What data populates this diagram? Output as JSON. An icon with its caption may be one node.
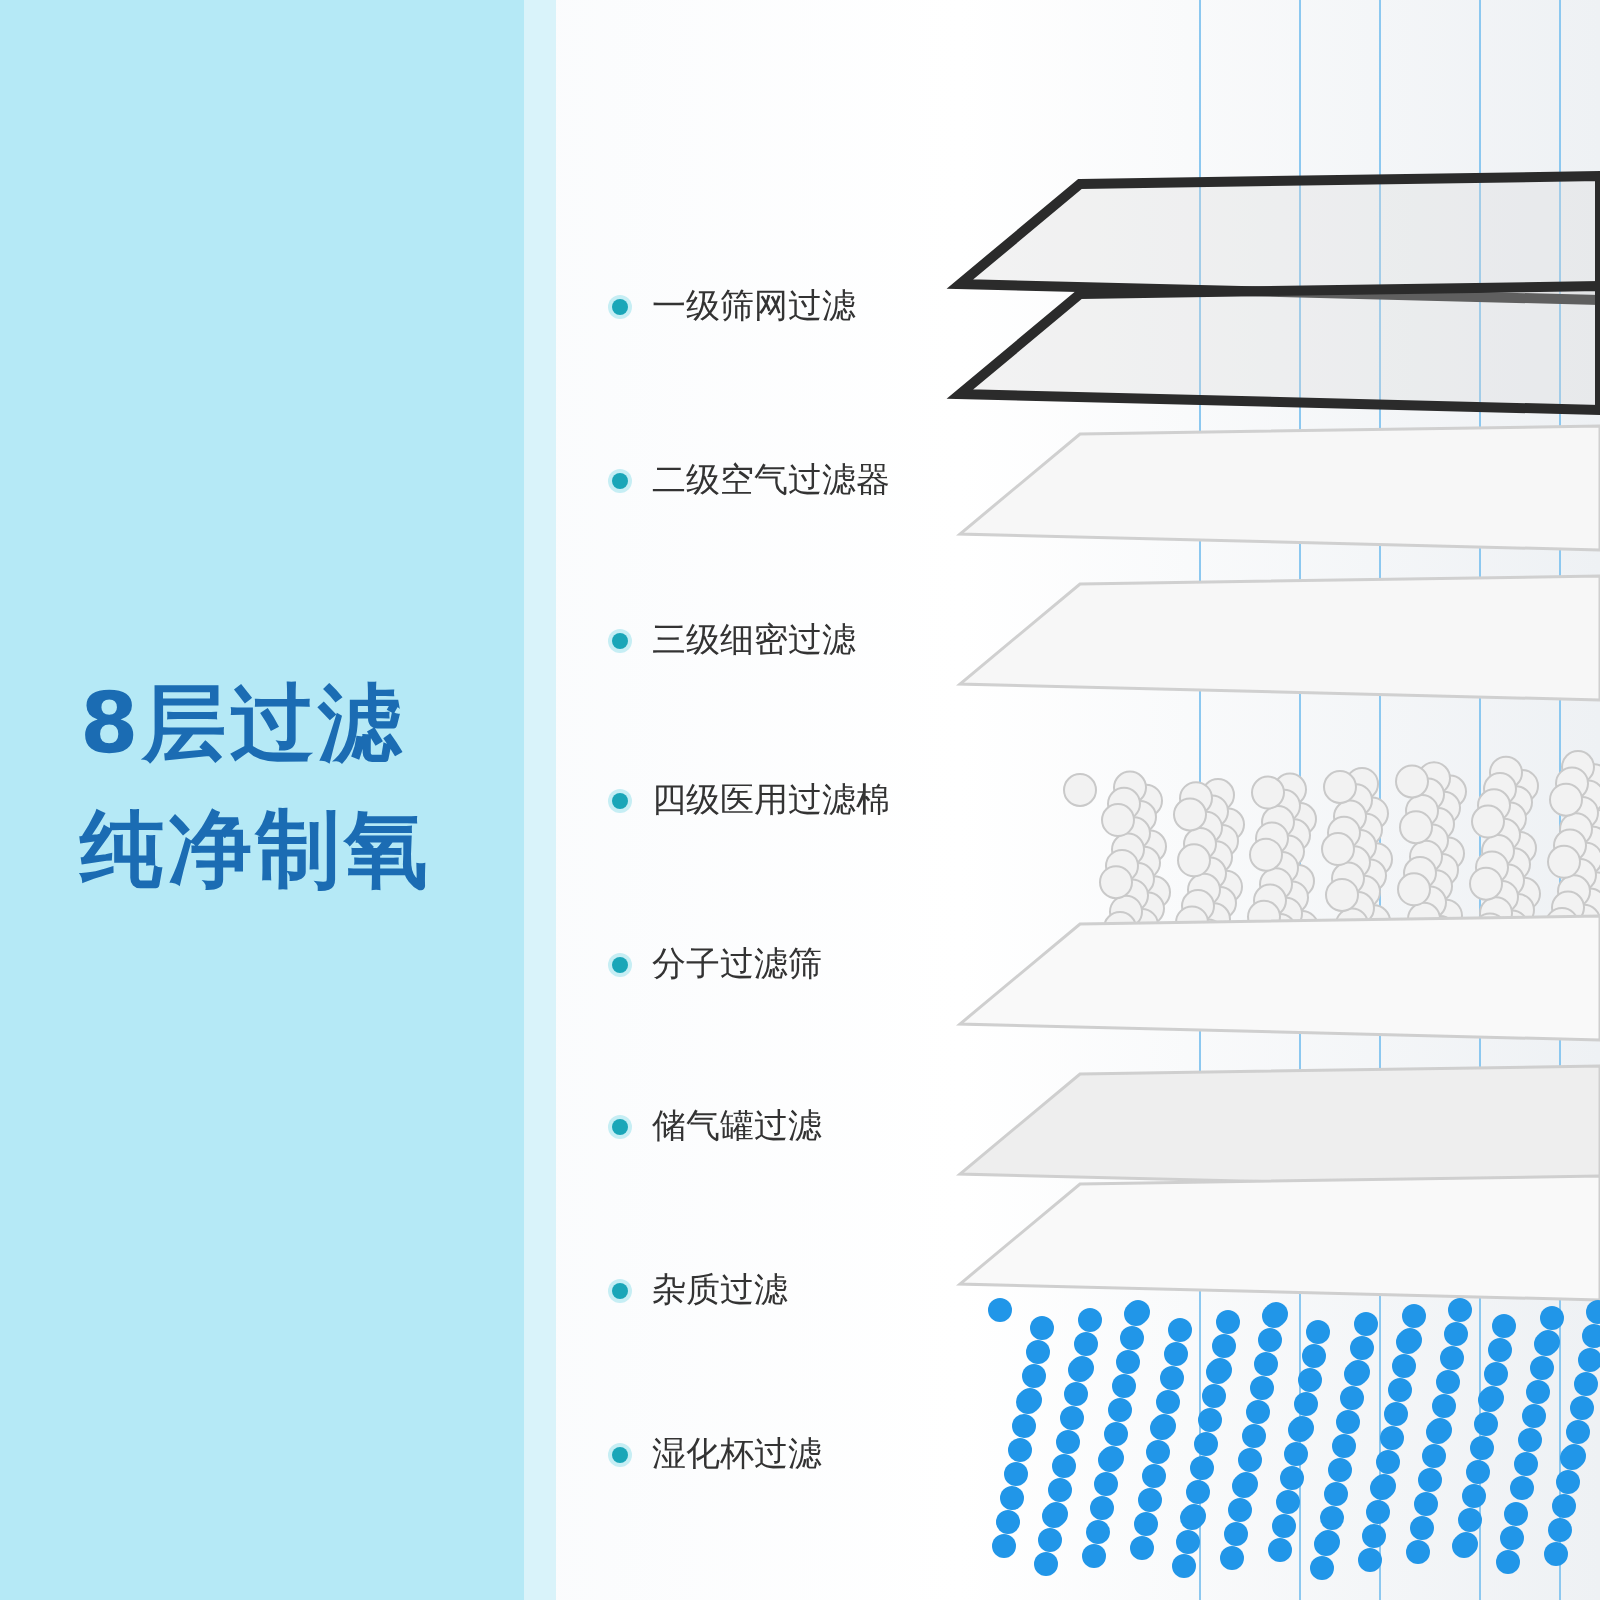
{
  "diagram": {
    "title": "8层过滤纯净制氧",
    "labels": [
      "一级筛网过滤",
      "二级空气过滤器",
      "三级细密过滤",
      "四级医用过滤棉",
      "分子过滤筛",
      "储气罐过滤",
      "杂质过滤",
      "湿化杯过滤"
    ]
  }
}
